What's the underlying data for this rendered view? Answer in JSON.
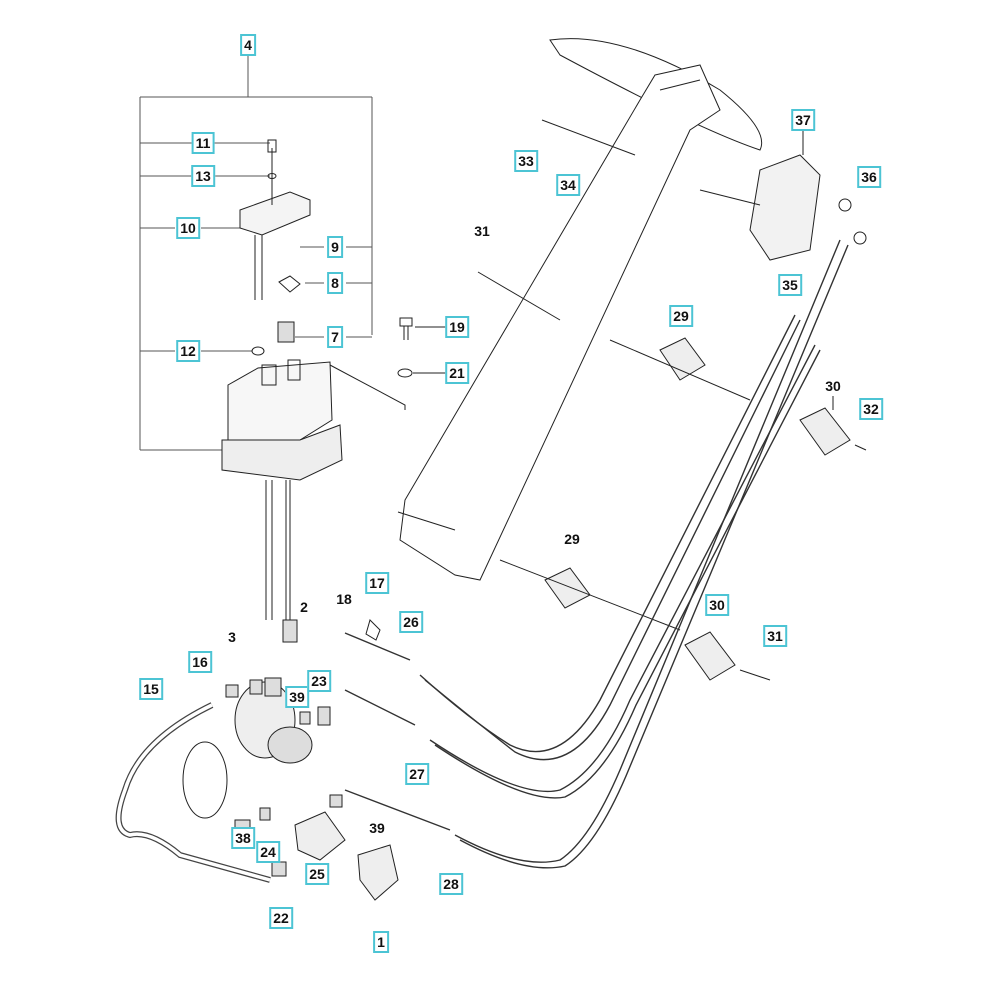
{
  "diagram": {
    "type": "exploded parts diagram",
    "callout_box_color": "#4cc4d4",
    "callouts": [
      {
        "text": "4",
        "boxed": true
      },
      {
        "text": "11",
        "boxed": true
      },
      {
        "text": "13",
        "boxed": true
      },
      {
        "text": "10",
        "boxed": true
      },
      {
        "text": "9",
        "boxed": true
      },
      {
        "text": "8",
        "boxed": true
      },
      {
        "text": "7",
        "boxed": true
      },
      {
        "text": "12",
        "boxed": true
      },
      {
        "text": "19",
        "boxed": true
      },
      {
        "text": "21",
        "boxed": true
      },
      {
        "text": "33",
        "boxed": true
      },
      {
        "text": "34",
        "boxed": true
      },
      {
        "text": "31",
        "boxed": false
      },
      {
        "text": "37",
        "boxed": true
      },
      {
        "text": "36",
        "boxed": true
      },
      {
        "text": "35",
        "boxed": true
      },
      {
        "text": "29",
        "boxed": true
      },
      {
        "text": "30",
        "boxed": false
      },
      {
        "text": "32",
        "boxed": true
      },
      {
        "text": "29",
        "boxed": false
      },
      {
        "text": "30",
        "boxed": true
      },
      {
        "text": "31",
        "boxed": true
      },
      {
        "text": "17",
        "boxed": true
      },
      {
        "text": "18",
        "boxed": false
      },
      {
        "text": "2",
        "boxed": false
      },
      {
        "text": "3",
        "boxed": false
      },
      {
        "text": "26",
        "boxed": true
      },
      {
        "text": "16",
        "boxed": true
      },
      {
        "text": "15",
        "boxed": true
      },
      {
        "text": "39",
        "boxed": true
      },
      {
        "text": "23",
        "boxed": true
      },
      {
        "text": "27",
        "boxed": true
      },
      {
        "text": "39",
        "boxed": false
      },
      {
        "text": "38",
        "boxed": true
      },
      {
        "text": "24",
        "boxed": true
      },
      {
        "text": "25",
        "boxed": true
      },
      {
        "text": "28",
        "boxed": true
      },
      {
        "text": "22",
        "boxed": true
      },
      {
        "text": "1",
        "boxed": true
      }
    ]
  }
}
